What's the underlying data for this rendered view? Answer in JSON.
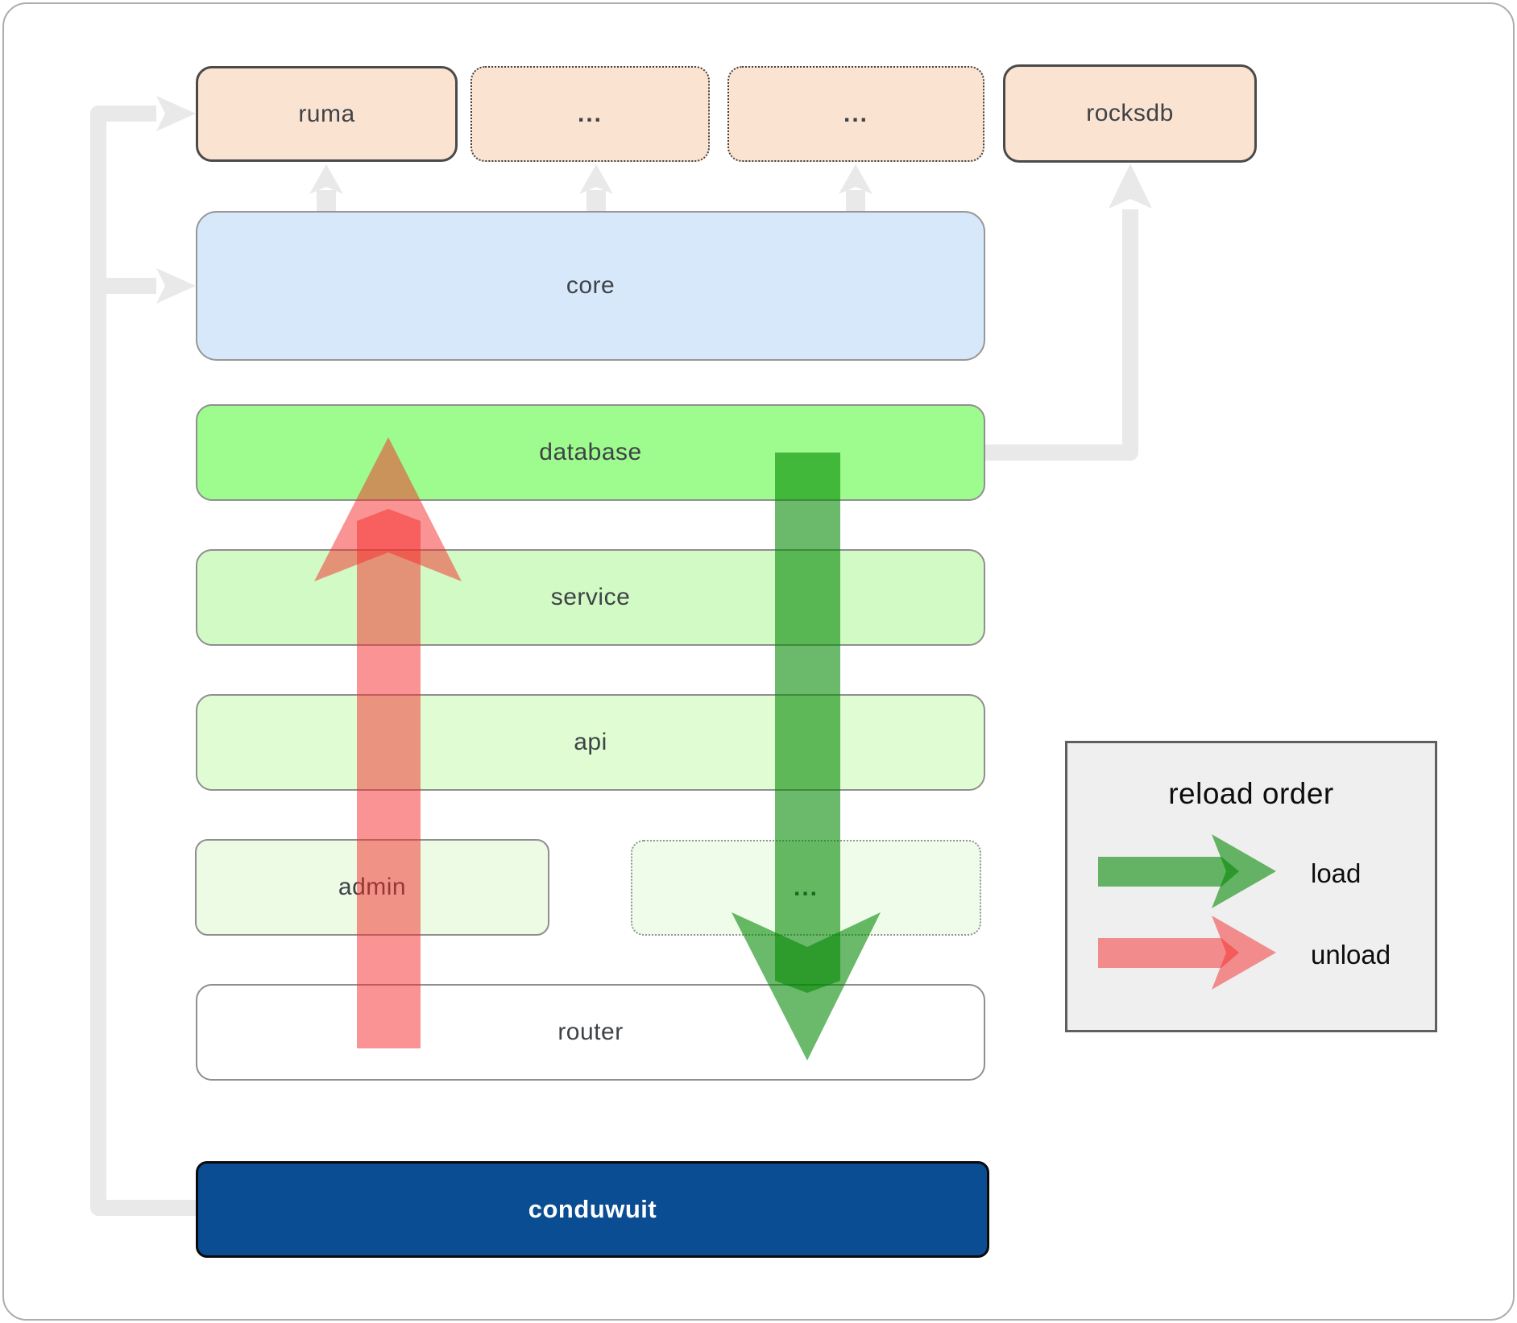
{
  "nodes": {
    "ruma": "ruma",
    "ellipsis1": "...",
    "ellipsis2": "...",
    "rocksdb": "rocksdb",
    "core": "core",
    "database": "database",
    "service": "service",
    "api": "api",
    "admin": "admin",
    "ellipsis3": "...",
    "router": "router",
    "conduwuit": "conduwuit"
  },
  "legend": {
    "title": "reload order",
    "load_label": "load",
    "unload_label": "unload"
  },
  "colors": {
    "connector": "#e9e9e9",
    "load-arrow": "rgba(0,134,0,0.58)",
    "unload-arrow": "rgba(245,42,42,0.5)",
    "node-peach": "#fbe3d1",
    "node-blue": "#d6e8fa",
    "node-green-bright": "#9dfc8d",
    "node-green-light": "#d2fac5",
    "node-green-lighter": "#dffcd2",
    "node-green-faint": "#edfae4",
    "node-green-faintest": "#effce9",
    "node-white": "#ffffff",
    "node-navy": "#0b4d93",
    "legend-bg": "#efefef"
  }
}
